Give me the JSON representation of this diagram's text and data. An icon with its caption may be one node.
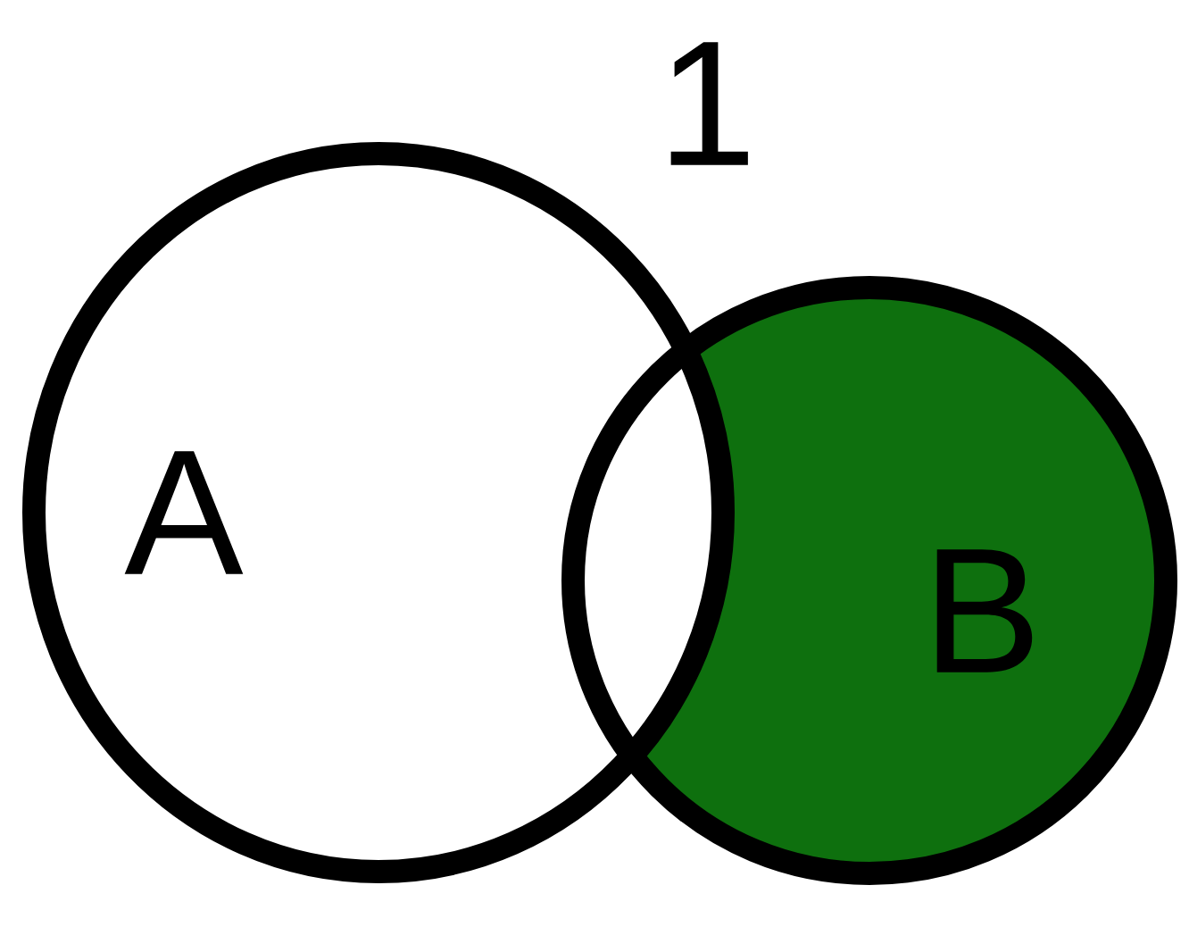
{
  "diagram": {
    "nodes": [
      {
        "text": [
          "A"
        ]
      },
      {
        "text": [
          "B"
        ]
      }
    ],
    "labels": [
      "1"
    ]
  }
}
